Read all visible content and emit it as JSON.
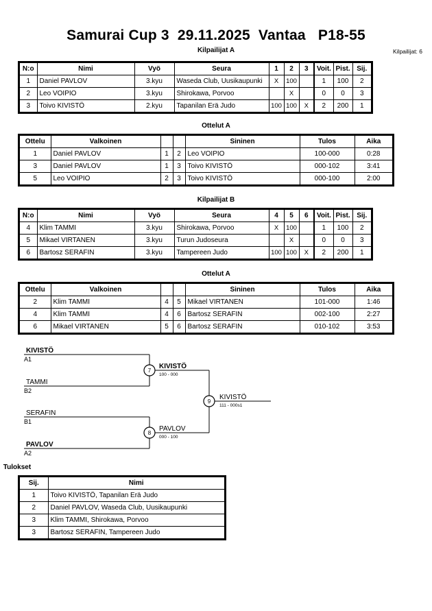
{
  "header": {
    "title": "Samurai Cup 3  29.11.2025  Vantaa   P18-55",
    "entrants_label": "Kilpailijat: 6"
  },
  "pool_a": {
    "caption": "Kilpailijat A",
    "columns": [
      "N:o",
      "Nimi",
      "Vyö",
      "Seura",
      "1",
      "2",
      "3",
      "Voit.",
      "Pist.",
      "Sij."
    ],
    "rows": [
      {
        "no": "1",
        "nimi": "Daniel PAVLOV",
        "vyo": "3.kyu",
        "seura": "Waseda Club, Uusikaupunki",
        "m1": "X",
        "m2": "100",
        "m3": "",
        "voit": "1",
        "pist": "100",
        "sij": "2"
      },
      {
        "no": "2",
        "nimi": "Leo VOIPIO",
        "vyo": "3.kyu",
        "seura": "Shirokawa, Porvoo",
        "m1": "",
        "m2": "X",
        "m3": "",
        "voit": "0",
        "pist": "0",
        "sij": "3"
      },
      {
        "no": "3",
        "nimi": "Toivo KIVISTÖ",
        "vyo": "2.kyu",
        "seura": "Tapanilan Erä Judo",
        "m1": "100",
        "m2": "100",
        "m3": "X",
        "voit": "2",
        "pist": "200",
        "sij": "1"
      }
    ]
  },
  "matches_a": {
    "caption": "Ottelut A",
    "columns": [
      "Ottelu",
      "Valkoinen",
      "",
      "",
      "Sininen",
      "Tulos",
      "Aika"
    ],
    "rows": [
      {
        "ottelu": "1",
        "valkoinen": "Daniel PAVLOV",
        "valkoinen_bold": true,
        "wn": "1",
        "bn": "2",
        "sininen": "Leo VOIPIO",
        "sininen_bold": false,
        "tulos": "100-000",
        "aika": "0:28"
      },
      {
        "ottelu": "3",
        "valkoinen": "Daniel PAVLOV",
        "valkoinen_bold": false,
        "wn": "1",
        "bn": "3",
        "sininen": "Toivo KIVISTÖ",
        "sininen_bold": true,
        "tulos": "000-102",
        "aika": "3:41"
      },
      {
        "ottelu": "5",
        "valkoinen": "Leo VOIPIO",
        "valkoinen_bold": false,
        "wn": "2",
        "bn": "3",
        "sininen": "Toivo KIVISTÖ",
        "sininen_bold": true,
        "tulos": "000-100",
        "aika": "2:00"
      }
    ]
  },
  "pool_b": {
    "caption": "Kilpailijat B",
    "columns": [
      "N:o",
      "Nimi",
      "Vyö",
      "Seura",
      "4",
      "5",
      "6",
      "Voit.",
      "Pist.",
      "Sij."
    ],
    "rows": [
      {
        "no": "4",
        "nimi": "Klim TAMMI",
        "vyo": "3.kyu",
        "seura": "Shirokawa, Porvoo",
        "m1": "X",
        "m2": "100",
        "m3": "",
        "voit": "1",
        "pist": "100",
        "sij": "2"
      },
      {
        "no": "5",
        "nimi": "Mikael VIRTANEN",
        "vyo": "3.kyu",
        "seura": "Turun Judoseura",
        "m1": "",
        "m2": "X",
        "m3": "",
        "voit": "0",
        "pist": "0",
        "sij": "3"
      },
      {
        "no": "6",
        "nimi": "Bartosz SERAFIN",
        "vyo": "3.kyu",
        "seura": "Tampereen Judo",
        "m1": "100",
        "m2": "100",
        "m3": "X",
        "voit": "2",
        "pist": "200",
        "sij": "1"
      }
    ]
  },
  "matches_b": {
    "caption": "Ottelut A",
    "columns": [
      "Ottelu",
      "Valkoinen",
      "",
      "",
      "Sininen",
      "Tulos",
      "Aika"
    ],
    "rows": [
      {
        "ottelu": "2",
        "valkoinen": "Klim TAMMI",
        "valkoinen_bold": true,
        "wn": "4",
        "bn": "5",
        "sininen": "Mikael VIRTANEN",
        "sininen_bold": false,
        "tulos": "101-000",
        "aika": "1:46"
      },
      {
        "ottelu": "4",
        "valkoinen": "Klim TAMMI",
        "valkoinen_bold": false,
        "wn": "4",
        "bn": "6",
        "sininen": "Bartosz SERAFIN",
        "sininen_bold": true,
        "tulos": "002-100",
        "aika": "2:27"
      },
      {
        "ottelu": "6",
        "valkoinen": "Mikael VIRTANEN",
        "valkoinen_bold": false,
        "wn": "5",
        "bn": "6",
        "sininen": "Bartosz SERAFIN",
        "sininen_bold": true,
        "tulos": "010-102",
        "aika": "3:53"
      }
    ]
  },
  "bracket": {
    "entries": [
      {
        "name": "KIVISTÖ",
        "seed": "A1",
        "bold": true
      },
      {
        "name": "TAMMI",
        "seed": "B2",
        "bold": false
      },
      {
        "name": "SERAFIN",
        "seed": "B1",
        "bold": false
      },
      {
        "name": "PAVLOV",
        "seed": "A2",
        "bold": true
      }
    ],
    "semifinal_top": {
      "number": "7",
      "winner": "KIVISTÖ",
      "score": "100 - 000"
    },
    "semifinal_bottom": {
      "number": "8",
      "winner": "PAVLOV",
      "score": "000 - 100"
    },
    "final": {
      "number": "9",
      "winner": "KIVISTÖ",
      "score": "111 - 000s1"
    }
  },
  "results": {
    "caption": "Tulokset",
    "columns": [
      "Sij.",
      "Nimi"
    ],
    "rows": [
      {
        "sij": "1",
        "nimi": "Toivo KIVISTÖ, Tapanilan Erä Judo"
      },
      {
        "sij": "2",
        "nimi": "Daniel PAVLOV, Waseda Club, Uusikaupunki"
      },
      {
        "sij": "3",
        "nimi": "Klim TAMMI, Shirokawa, Porvoo"
      },
      {
        "sij": "3",
        "nimi": "Bartosz SERAFIN, Tampereen Judo"
      }
    ]
  }
}
